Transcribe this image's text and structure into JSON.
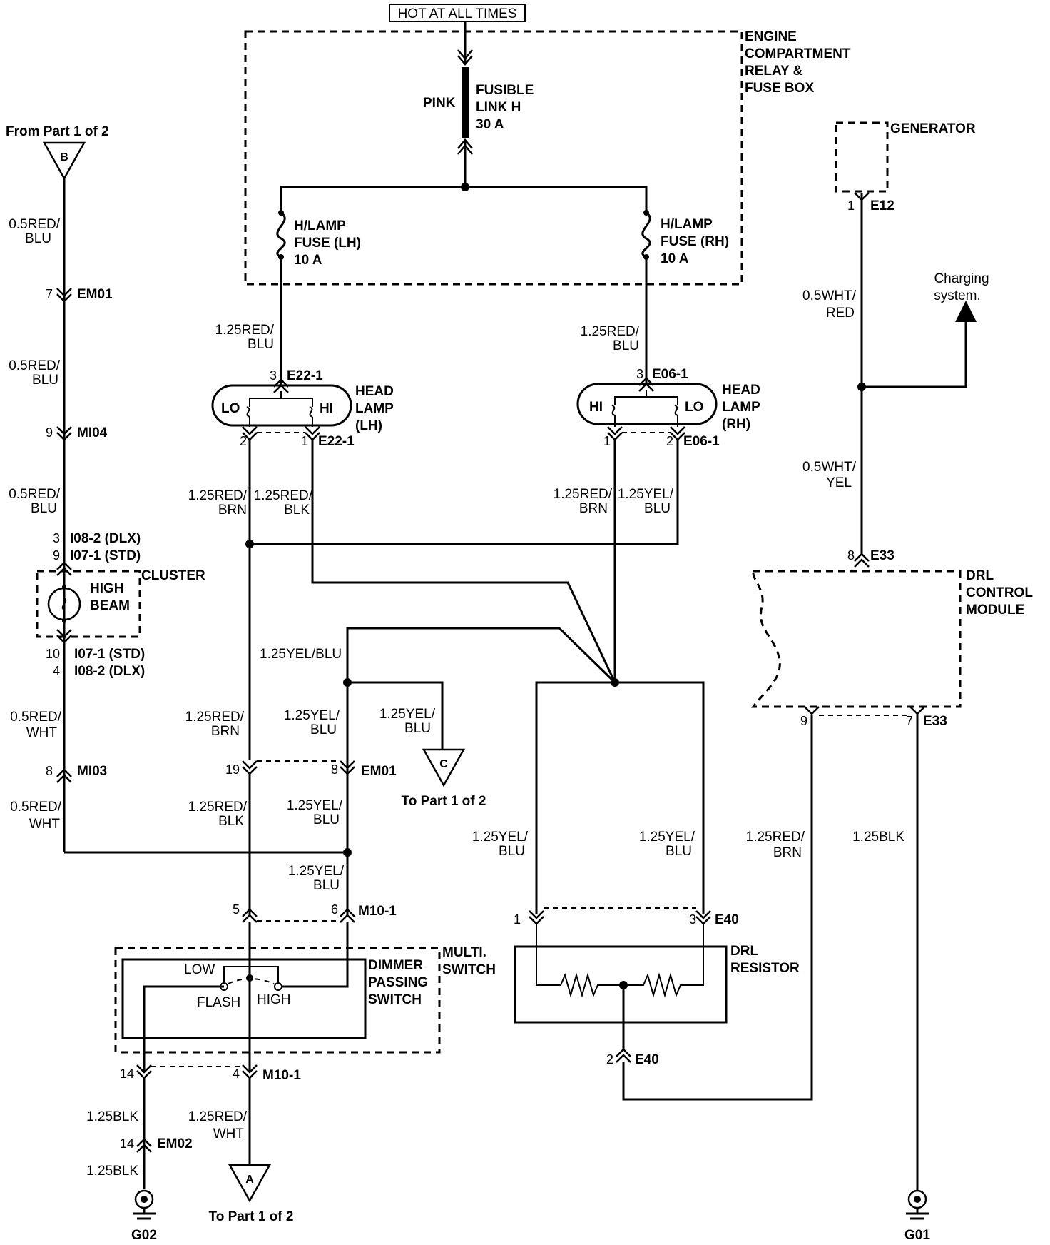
{
  "power": {
    "hot_label": "HOT AT ALL TIMES",
    "box_label": [
      "ENGINE",
      "COMPARTMENT",
      "RELAY &",
      "FUSE BOX"
    ],
    "fusible_color": "PINK",
    "fusible_label": [
      "FUSIBLE",
      "LINK H",
      "30 A"
    ],
    "fuse_lh": [
      "H/LAMP",
      "FUSE (LH)",
      "10 A"
    ],
    "fuse_rh": [
      "H/LAMP",
      "FUSE (RH)",
      "10 A"
    ]
  },
  "left": {
    "from_label": "From Part 1 of 2",
    "conn_b": "B",
    "w1": [
      "0.5RED/",
      "BLU"
    ],
    "em01_pin": "7",
    "em01": "EM01",
    "w2": [
      "0.5RED/",
      "BLU"
    ],
    "mi04_pin": "9",
    "mi04": "MI04",
    "w3": [
      "0.5RED/",
      "BLU"
    ],
    "i08_pin": "3",
    "i08_top": "I08-2 (DLX)",
    "i07_pin": "9",
    "i07_top": "I07-1 (STD)",
    "cluster": "CLUSTER",
    "high_beam": [
      "HIGH",
      "BEAM"
    ],
    "i07b_pin": "10",
    "i07_bot": "I07-1 (STD)",
    "i08b_pin": "4",
    "i08_bot": "I08-2 (DLX)",
    "w4": [
      "0.5RED/",
      "WHT"
    ],
    "mi03_pin": "8",
    "mi03": "MI03",
    "w5": [
      "0.5RED/",
      "WHT"
    ]
  },
  "head_lh": {
    "wire_in": [
      "1.25RED/",
      "BLU"
    ],
    "pin_top": "3",
    "conn_top": "E22-1",
    "lo": "LO",
    "hi": "HI",
    "label": [
      "HEAD",
      "LAMP",
      "(LH)"
    ],
    "pin_lo": "2",
    "pin_hi": "1",
    "conn_bot": "E22-1",
    "wire_lo": [
      "1.25RED/",
      "BRN"
    ],
    "wire_hi": [
      "1.25RED/",
      "BLK"
    ]
  },
  "head_rh": {
    "wire_in": [
      "1.25RED/",
      "BLU"
    ],
    "pin_top": "3",
    "conn_top": "E06-1",
    "hi": "HI",
    "lo": "LO",
    "label": [
      "HEAD",
      "LAMP",
      "(RH)"
    ],
    "pin_hi": "1",
    "pin_lo": "2",
    "conn_bot": "E06-1",
    "wire_hi": [
      "1.25RED/",
      "BRN"
    ],
    "wire_lo": [
      "1.25YEL/",
      "BLU"
    ]
  },
  "mid": {
    "yelblu_top": "1.25YEL/BLU",
    "w_brn": [
      "1.25RED/",
      "BRN"
    ],
    "w_yel": [
      "1.25YEL/",
      "BLU"
    ],
    "w_c": [
      "1.25YEL/",
      "BLU"
    ],
    "conn_c": "C",
    "to_c": "To Part 1 of 2",
    "pin19": "19",
    "pin8": "8",
    "em01": "EM01",
    "w_blk": [
      "1.25RED/",
      "BLK"
    ],
    "w_yel2": [
      "1.25YEL/",
      "BLU"
    ],
    "w_yel3": [
      "1.25YEL/",
      "BLU"
    ],
    "pin5": "5",
    "pin6": "6",
    "m10_top": "M10-1",
    "multi": [
      "MULTI.",
      "SWITCH"
    ],
    "dimmer": [
      "DIMMER",
      "PASSING",
      "SWITCH"
    ],
    "low": "LOW",
    "flash": "FLASH",
    "high": "HIGH",
    "pin14": "14",
    "pin4": "4",
    "m10_bot": "M10-1",
    "w_gblk": "1.25BLK",
    "em02_pin": "14",
    "em02": "EM02",
    "w_gblk2": "1.25BLK",
    "g02": "G02",
    "w_wht": [
      "1.25RED/",
      "WHT"
    ],
    "conn_a": "A",
    "to_a": "To Part 1 of 2"
  },
  "drl": {
    "w_left": [
      "1.25YEL/",
      "BLU"
    ],
    "w_right": [
      "1.25YEL/",
      "BLU"
    ],
    "pin1": "1",
    "pin3": "3",
    "e40": "E40",
    "resistor": [
      "DRL",
      "RESISTOR"
    ],
    "pin2": "2",
    "e40b": "E40"
  },
  "right": {
    "generator": "GENERATOR",
    "e12_pin": "1",
    "e12": "E12",
    "w1": [
      "0.5WHT/",
      "RED"
    ],
    "charging": [
      "Charging",
      "system."
    ],
    "w2": [
      "0.5WHT/",
      "YEL"
    ],
    "e33_pin": "8",
    "e33": "E33",
    "module": [
      "DRL",
      "CONTROL",
      "MODULE"
    ],
    "pin9": "9",
    "pin7": "7",
    "e33b": "E33",
    "w_brn": [
      "1.25RED/",
      "BRN"
    ],
    "w_blk": "1.25BLK",
    "g01": "G01"
  }
}
